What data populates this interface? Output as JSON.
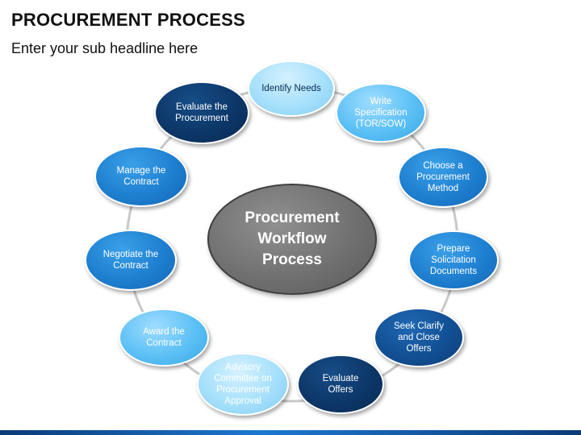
{
  "slide": {
    "title": "PROCUREMENT PROCESS",
    "subtitle": "Enter your sub headline here"
  },
  "diagram": {
    "center_label": "Procurement\nWorkflow\nProcess",
    "steps": [
      {
        "label": "Identify Needs",
        "shade": "lightest"
      },
      {
        "label": "Write\nSpecification\n(TOR/SOW)",
        "shade": "light"
      },
      {
        "label": "Choose a\nProcurement\nMethod",
        "shade": "mid"
      },
      {
        "label": "Prepare\nSolicitation\nDocuments",
        "shade": "mid"
      },
      {
        "label": "Seek Clarify\nand Close\nOffers",
        "shade": "dark"
      },
      {
        "label": "Evaluate\nOffers",
        "shade": "darkest"
      },
      {
        "label": "Advisory\nCommittee on\nProcurement\nApproval",
        "shade": "lightest"
      },
      {
        "label": "Award the\nContract",
        "shade": "light"
      },
      {
        "label": "Negotiate the\nContract",
        "shade": "mid"
      },
      {
        "label": "Manage the\nContract",
        "shade": "mid"
      },
      {
        "label": "Evaluate the\nProcurement",
        "shade": "darkest"
      }
    ]
  },
  "colors": {
    "ring": "#c8c8c8",
    "band": "#1d78d0"
  }
}
